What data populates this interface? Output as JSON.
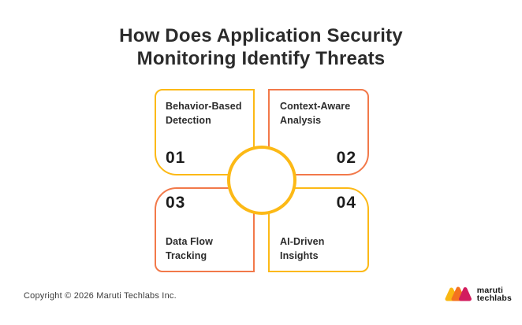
{
  "title": {
    "line1": "How Does Application Security",
    "line2": "Monitoring Identify Threats"
  },
  "quadrants": [
    {
      "number": "01",
      "label_line1": "Behavior-Based",
      "label_line2": "Detection",
      "accent": "yellow",
      "position": "top-left"
    },
    {
      "number": "02",
      "label_line1": "Context-Aware",
      "label_line2": "Analysis",
      "accent": "orange",
      "position": "top-right"
    },
    {
      "number": "03",
      "label_line1": "Data Flow",
      "label_line2": "Tracking",
      "accent": "orange",
      "position": "bottom-left"
    },
    {
      "number": "04",
      "label_line1": "AI-Driven",
      "label_line2": "Insights",
      "accent": "yellow",
      "position": "bottom-right"
    }
  ],
  "colors": {
    "yellow": "#fcb916",
    "orange": "#f2794a",
    "text_dark": "#2b2b2b",
    "logo_yellow": "#f9b712",
    "logo_orange": "#f4731f",
    "logo_magenta": "#d21c5e"
  },
  "footer": {
    "copyright": "Copyright © 2026 Maruti Techlabs Inc.",
    "logo_line1": "maruti",
    "logo_line2": "techlabs"
  }
}
